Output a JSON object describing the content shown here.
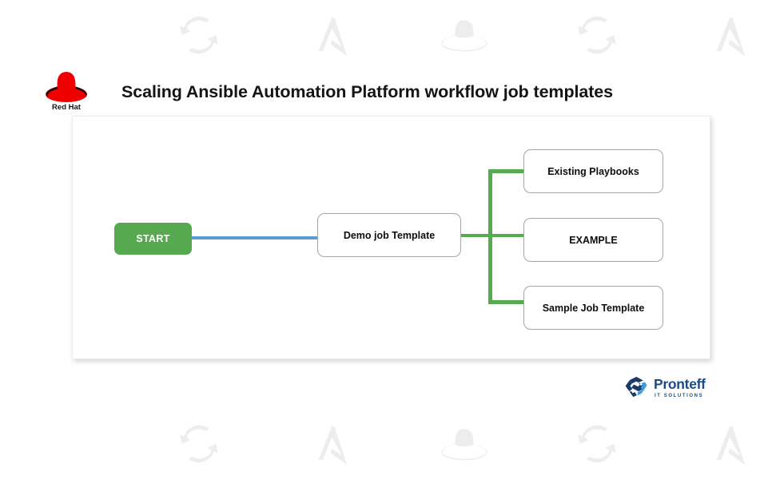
{
  "slide": {
    "title": "Scaling Ansible Automation Platform workflow job templates",
    "brand_logo_label": "Red Hat",
    "background_color": "#ffffff"
  },
  "watermarks": {
    "icons": [
      "ansible-sync-icon",
      "ansible-a-icon",
      "redhat-fedora-icon",
      "ansible-sync-icon",
      "ansible-a-icon",
      "redhat-fedora-icon"
    ],
    "color": "#ededed",
    "rows": [
      "top",
      "bottom"
    ]
  },
  "diagram": {
    "type": "workflow",
    "start_node": {
      "label": "START",
      "fill": "#56a94f",
      "text_color": "#ffffff"
    },
    "primary_node": {
      "label": "Demo job Template",
      "border": "#a6a6a6",
      "fill": "#ffffff"
    },
    "branch_nodes": [
      {
        "label": "Existing Playbooks"
      },
      {
        "label": "EXAMPLE"
      },
      {
        "label": "Sample Job Template"
      }
    ],
    "connectors": {
      "start_to_primary_color": "#5b9bd5",
      "primary_to_branches_color": "#55ab4e"
    }
  },
  "footer": {
    "company_name": "Pronteff",
    "company_tagline": "IT SOLUTIONS",
    "brand_color": "#1b4a8a",
    "accent_color": "#3a9ede"
  }
}
